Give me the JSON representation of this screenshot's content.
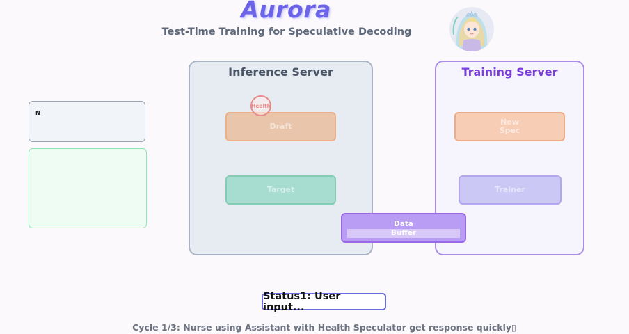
{
  "header": {
    "title": "Aurora",
    "subtitle": "Test-Time Training for Speculative Decoding"
  },
  "note_panel": {
    "text": "N"
  },
  "inference_server": {
    "title": "Inference Server",
    "draft_label": "Draft",
    "target_label": "Target",
    "health_badge": "Health"
  },
  "training_server": {
    "title": "Training Server",
    "new_spec_line1": "New",
    "new_spec_line2": "Spec",
    "trainer_label": "Trainer"
  },
  "data_buffer": {
    "line1": "Data",
    "line2": "Buffer"
  },
  "status": {
    "text": "Status1: User input..."
  },
  "caption": {
    "text": "Cycle 1/3: Nurse using Assistant with Health Speculator get response quickly▯"
  },
  "colors": {
    "title": "#6b63e8",
    "inference_border": "#aab3c3",
    "training_border": "#a98ee8",
    "draft": "#e9c5ab",
    "target": "#a6ddd0",
    "new_spec": "#f8cdb6",
    "trainer": "#ccc8f6",
    "data_buffer": "#b99cf3",
    "status_border": "#6c6ce0"
  }
}
